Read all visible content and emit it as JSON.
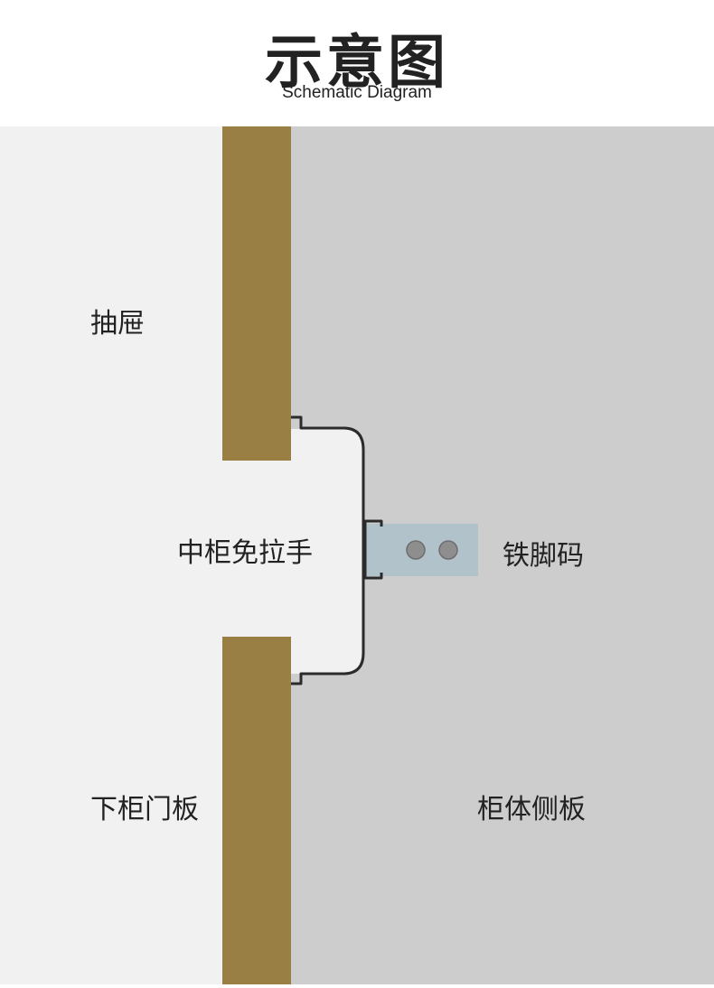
{
  "header": {
    "title": "示意图",
    "subtitle": "Schematic Diagram"
  },
  "labels": {
    "drawer": "抽屉",
    "middle_handle": "中柜免拉手",
    "iron_bracket": "铁脚码",
    "lower_door_panel": "下柜门板",
    "cabinet_side_panel": "柜体侧板"
  },
  "colors": {
    "left_area": "#f1f1f1",
    "side_panel_area": "#cdcdcd",
    "wood_panel": "#9a7f45",
    "bracket": "#b2c2cb",
    "profile_stroke": "#2b2b2b",
    "screw_hole": "#8e8e8e"
  }
}
